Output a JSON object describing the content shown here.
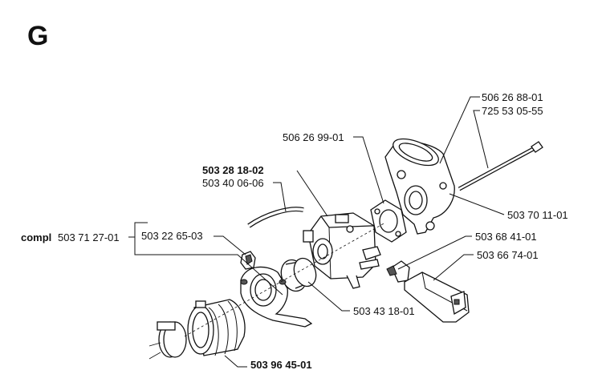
{
  "section_letter": "G",
  "labels": {
    "p_506_26_88_01": "506 26 88-01",
    "p_725_53_05_55": "725 53 05-55",
    "p_506_26_99_01": "506 26 99-01",
    "p_503_28_18_02": "503 28 18-02",
    "p_503_40_06_06": "503 40 06-06",
    "p_503_70_11_01": "503 70 11-01",
    "compl_word": "compl",
    "compl_number": "503 71 27-01",
    "p_503_22_65_03": "503 22 65-03",
    "p_503_68_41_01": "503 68 41-01",
    "p_503_66_74_01": "503 66 74-01",
    "p_503_43_18_01": "503 43 18-01",
    "p_503_96_45_01": "503 96 45-01"
  }
}
